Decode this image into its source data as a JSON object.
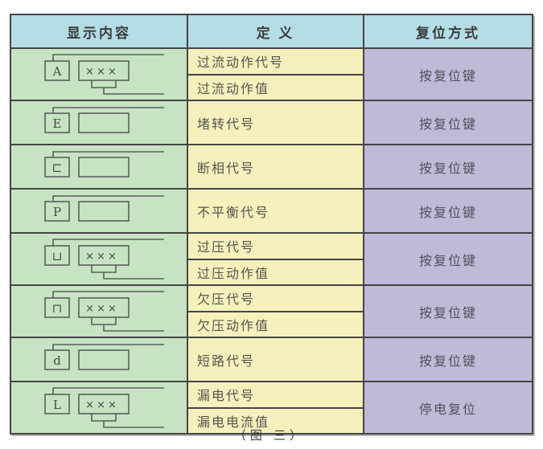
{
  "page": {
    "caption": "（图 三）"
  },
  "colors": {
    "header_bg": "#b4dde6",
    "display_column_bg": "#c7e3c4",
    "definition_column_bg": "#f6f1bc",
    "reset_column_bg": "#bebad7",
    "border": "#454545"
  },
  "table": {
    "headers": [
      "显示内容",
      "定 义",
      "复位方式"
    ],
    "rows": [
      {
        "display": {
          "letter": "A",
          "value": "×××"
        },
        "definitions": [
          "过流动作代号",
          "过流动作值"
        ],
        "reset": "按复位键"
      },
      {
        "display": {
          "letter": "E",
          "value": ""
        },
        "definitions": [
          "堵转代号"
        ],
        "reset": "按复位键"
      },
      {
        "display": {
          "letter": "⊏",
          "value": ""
        },
        "definitions": [
          "断相代号"
        ],
        "reset": "按复位键"
      },
      {
        "display": {
          "letter": "P",
          "value": ""
        },
        "definitions": [
          "不平衡代号"
        ],
        "reset": "按复位键"
      },
      {
        "display": {
          "letter": "⊔",
          "value": "×××"
        },
        "definitions": [
          "过压代号",
          "过压动作值"
        ],
        "reset": "按复位键"
      },
      {
        "display": {
          "letter": "⊓",
          "value": "×××"
        },
        "definitions": [
          "欠压代号",
          "欠压动作值"
        ],
        "reset": "按复位键"
      },
      {
        "display": {
          "letter": "d",
          "value": ""
        },
        "definitions": [
          "短路代号"
        ],
        "reset": "按复位键"
      },
      {
        "display": {
          "letter": "L",
          "value": "×××"
        },
        "definitions": [
          "漏电代号",
          "漏电电流值"
        ],
        "reset": "停电复位"
      }
    ]
  }
}
